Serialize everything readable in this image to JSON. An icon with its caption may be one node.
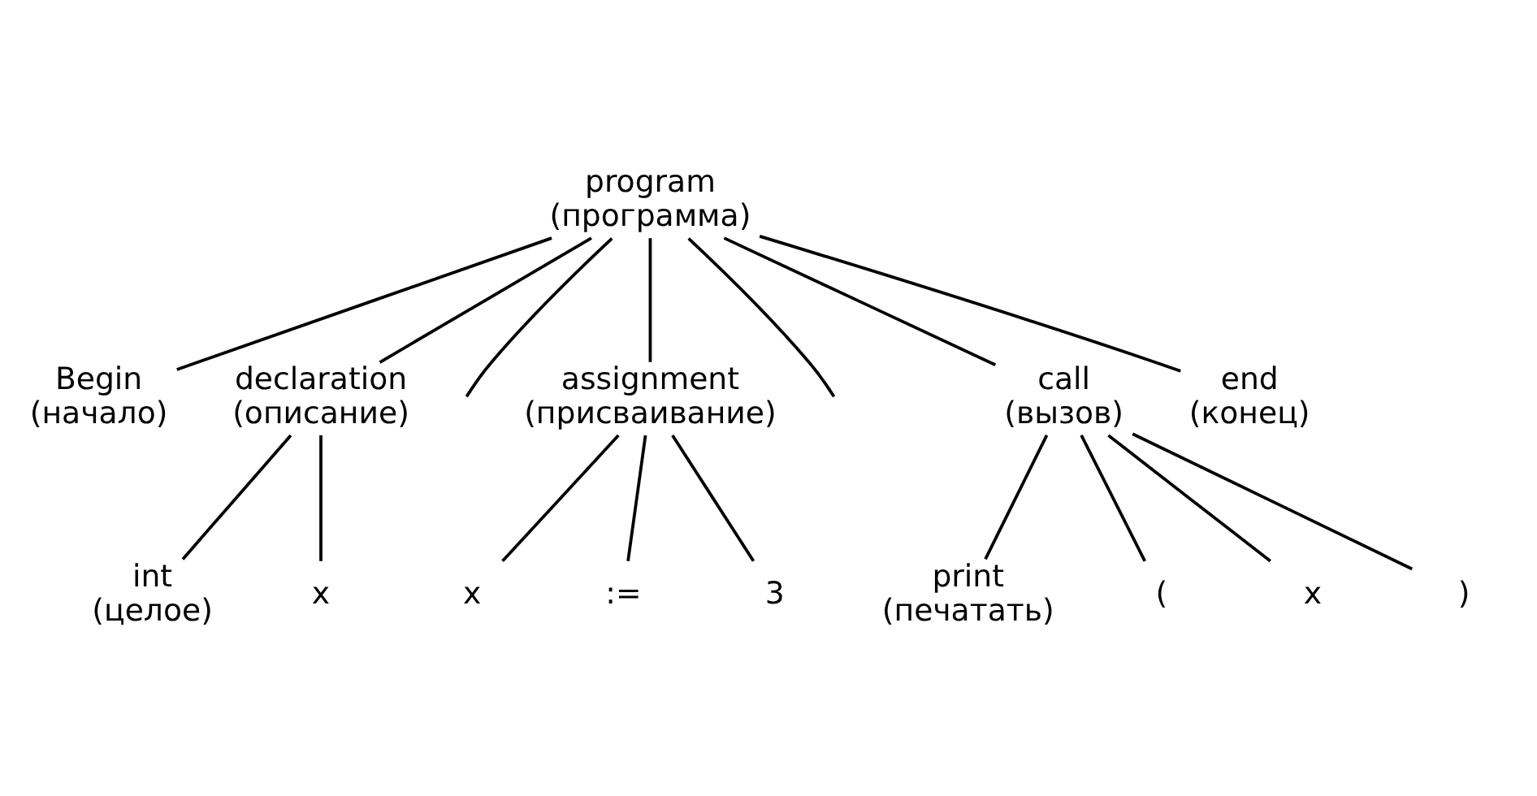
{
  "diagram": {
    "nodes": [
      {
        "text": [
          "program",
          "(программа)"
        ]
      },
      {
        "text": [
          "Begin",
          "(начало)"
        ]
      },
      {
        "text": [
          "declaration",
          "(описание)"
        ]
      },
      {
        "text": [
          "assignment",
          "(присваивание)"
        ]
      },
      {
        "text": [
          "call",
          "(вызов)"
        ]
      },
      {
        "text": [
          "end",
          "(конец)"
        ]
      },
      {
        "text": [
          "int",
          "(целое)"
        ]
      },
      {
        "text": [
          "x"
        ]
      },
      {
        "text": [
          "x"
        ]
      },
      {
        "text": [
          ":="
        ]
      },
      {
        "text": [
          "3"
        ]
      },
      {
        "text": [
          "print",
          "(печатать)"
        ]
      },
      {
        "text": [
          "("
        ]
      },
      {
        "text": [
          "x"
        ]
      },
      {
        "text": [
          ")"
        ]
      }
    ],
    "edges": [
      {
        "from": 0,
        "to": 1,
        "arrow": "none"
      },
      {
        "from": 0,
        "to": 2,
        "arrow": "none"
      },
      {
        "from": 0,
        "to": null,
        "arrow": "none"
      },
      {
        "from": 0,
        "to": 3,
        "arrow": "none"
      },
      {
        "from": 0,
        "to": null,
        "arrow": "none"
      },
      {
        "from": 0,
        "to": 4,
        "arrow": "none"
      },
      {
        "from": 0,
        "to": 5,
        "arrow": "none"
      },
      {
        "from": 2,
        "to": 6,
        "arrow": "none"
      },
      {
        "from": 2,
        "to": 7,
        "arrow": "none"
      },
      {
        "from": 3,
        "to": 8,
        "arrow": "none"
      },
      {
        "from": 3,
        "to": 9,
        "arrow": "none"
      },
      {
        "from": 3,
        "to": 10,
        "arrow": "none"
      },
      {
        "from": 4,
        "to": 11,
        "arrow": "none"
      },
      {
        "from": 4,
        "to": 12,
        "arrow": "none"
      },
      {
        "from": 4,
        "to": 13,
        "arrow": "none"
      },
      {
        "from": 4,
        "to": 14,
        "arrow": "none"
      }
    ]
  }
}
